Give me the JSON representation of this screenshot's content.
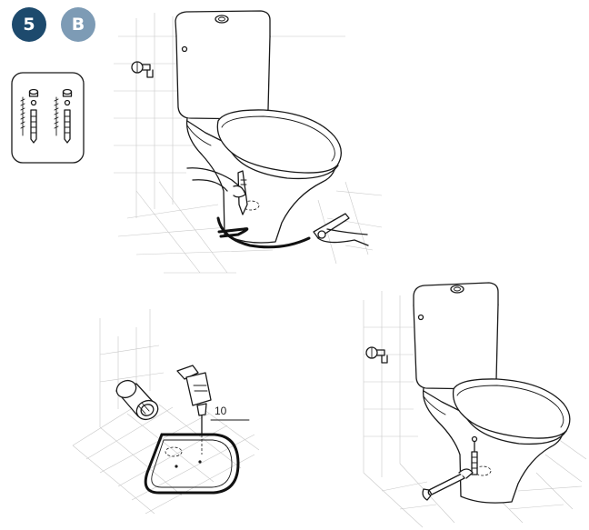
{
  "header": {
    "step_number": "5",
    "variant_letter": "B",
    "step_color": "#1d4a6d",
    "variant_color": "#7d9bb5"
  },
  "drill": {
    "label": "​10"
  },
  "icons": {
    "kit": "fixing-kit-icon",
    "toilet": "toilet-icon",
    "valve": "angle-valve-icon",
    "drill": "drill-icon",
    "pipe": "pan-connector-icon",
    "wrench": "wrench-icon"
  }
}
